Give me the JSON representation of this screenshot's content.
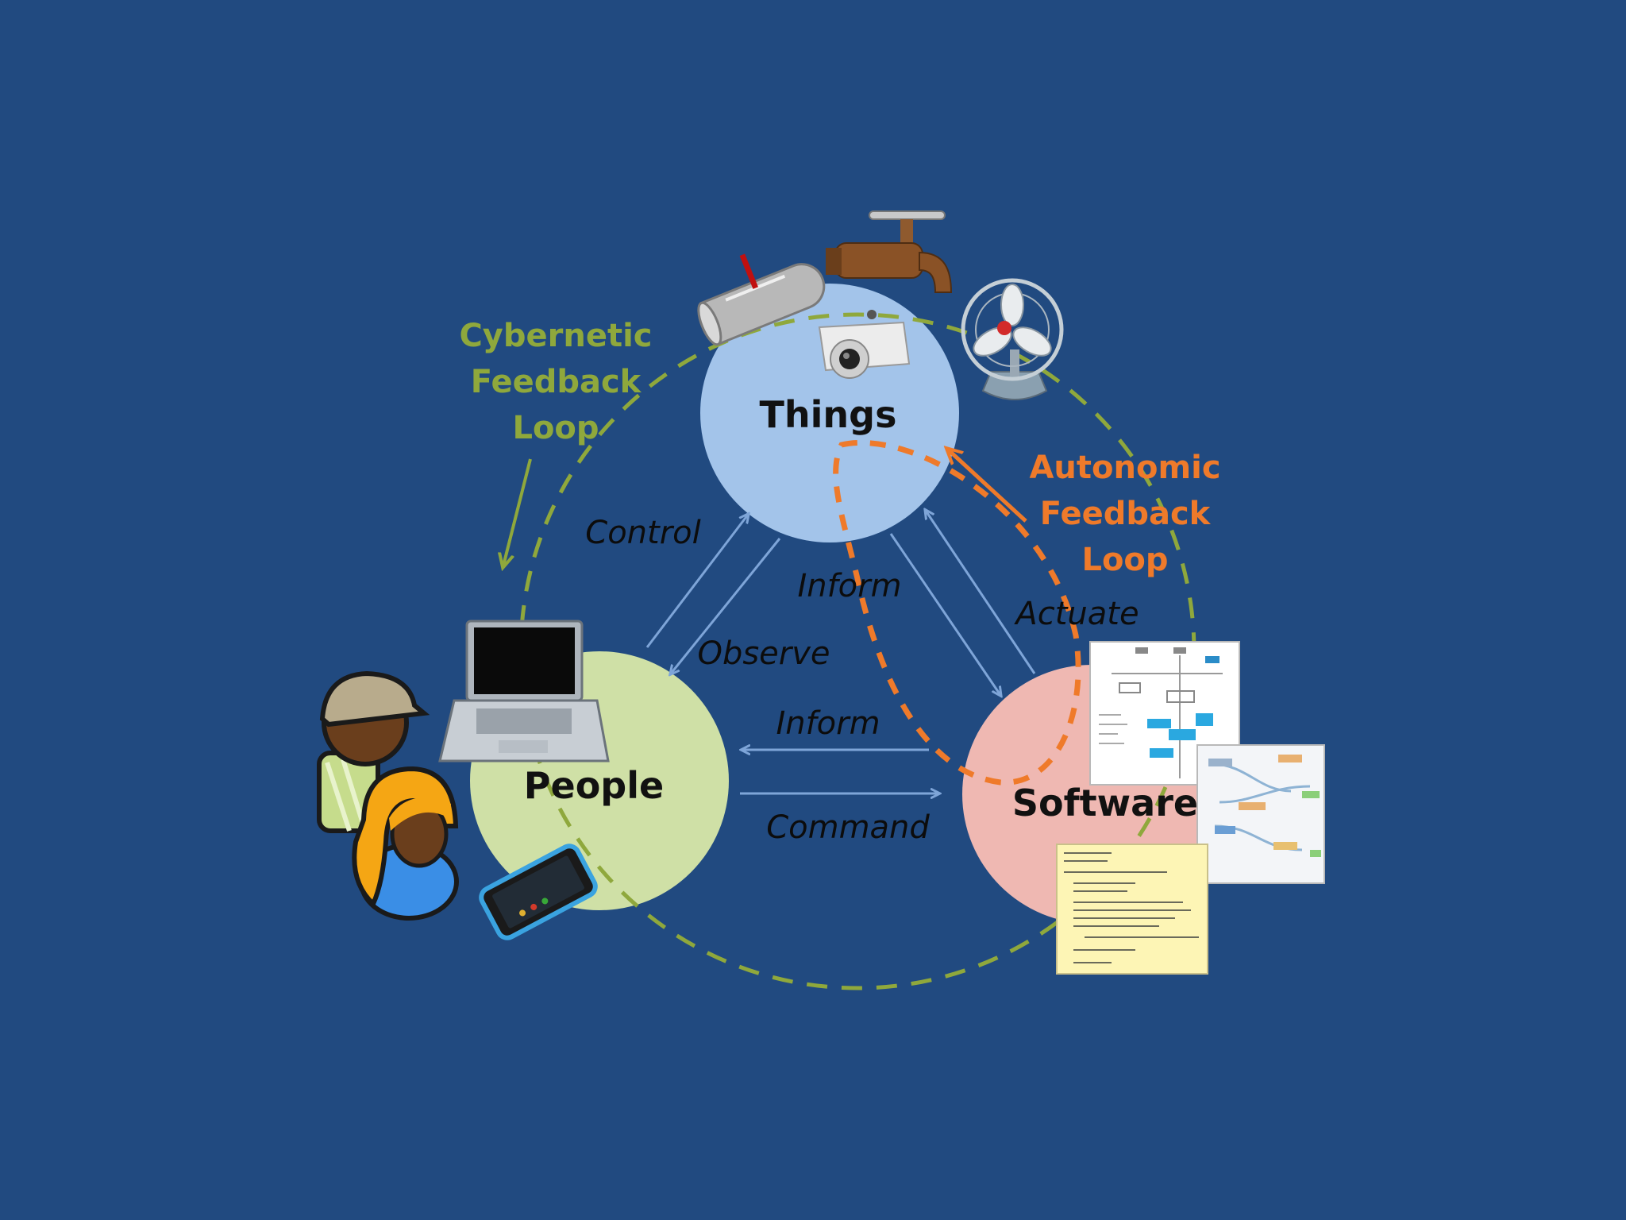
{
  "diagram": {
    "nodes": {
      "things": "Things",
      "people": "People",
      "software": "Software"
    },
    "loops": {
      "cybernetic": [
        "Cybernetic",
        "Feedback",
        "Loop"
      ],
      "autonomic": [
        "Autonomic",
        "Feedback",
        "Loop"
      ]
    },
    "edges": {
      "control": "Control",
      "observe": "Observe",
      "inform_things_software": "Inform",
      "actuate": "Actuate",
      "inform_software_people": "Inform",
      "command": "Command"
    },
    "colors": {
      "background": "#214a80",
      "things_circle": "#a3c4ea",
      "people_circle": "#cfe0a6",
      "software_circle": "#efb8b2",
      "cybernetic": "#8fa83c",
      "autonomic": "#ef7a2a",
      "arrow": "#7ea5d8",
      "node_text": "#111111",
      "edge_text": "#0c0c0c"
    }
  }
}
